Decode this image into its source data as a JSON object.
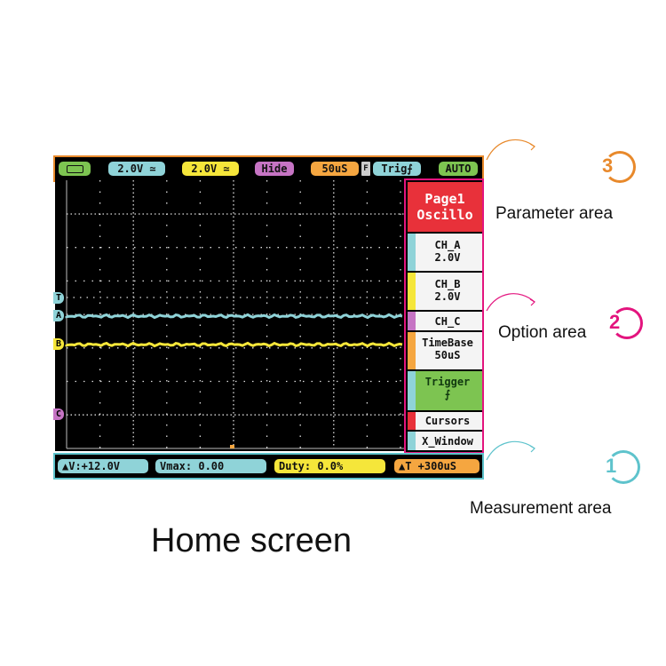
{
  "parameter_bar": {
    "battery_icon": "battery-icon",
    "ch_a": "2.0V ≃",
    "ch_b": "2.0V ≃",
    "ch_c": "Hide",
    "timebase": "50uS",
    "trig_mode_marker": "F",
    "trigger": "Trig⨍",
    "run_mode": "AUTO"
  },
  "screen": {
    "markers": {
      "t": "T",
      "a": "A",
      "b": "B",
      "c": "C"
    }
  },
  "options": {
    "title_line1": "Page1",
    "title_line2": "Oscillo",
    "items": [
      {
        "line1": "CH_A",
        "line2": "2.0V"
      },
      {
        "line1": "CH_B",
        "line2": "2.0V"
      },
      {
        "line1": "CH_C",
        "line2": ""
      },
      {
        "line1": "TimeBase",
        "line2": "50uS"
      },
      {
        "line1": "Trigger",
        "line2": "⨍"
      },
      {
        "line1": "Cursors",
        "line2": ""
      },
      {
        "line1": "X_Window",
        "line2": ""
      }
    ]
  },
  "measurement_bar": {
    "delta_v": "▲V:+12.0V",
    "vmax": "Vmax: 0.00",
    "duty": "Duty: 0.0%",
    "delta_t": "▲T +300uS"
  },
  "annotations": {
    "parameter": {
      "number": "3",
      "label": "Parameter area"
    },
    "option": {
      "number": "2",
      "label": "Option area"
    },
    "measurement": {
      "number": "1",
      "label": "Measurement area"
    }
  },
  "caption": "Home screen",
  "colors": {
    "param_border": "#e8892b",
    "option_border": "#e3147e",
    "measure_border": "#5ec3cc",
    "channel_a": "#8fd3d8",
    "channel_b": "#f5e63a",
    "channel_c": "#c674c4",
    "timebase": "#f5a640",
    "trigger": "#7dc451",
    "title": "#e8313a"
  }
}
